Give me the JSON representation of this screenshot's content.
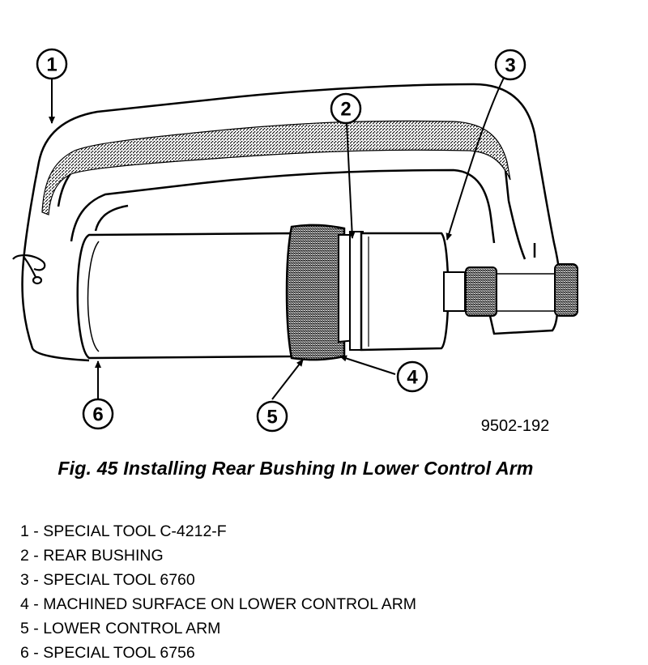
{
  "figure": {
    "code": "9502-192",
    "caption": "Fig. 45 Installing Rear Bushing In Lower Control Arm"
  },
  "callouts": [
    {
      "number": "1",
      "label": "SPECIAL TOOL C-4212-F"
    },
    {
      "number": "2",
      "label": "REAR BUSHING"
    },
    {
      "number": "3",
      "label": "SPECIAL TOOL 6760"
    },
    {
      "number": "4",
      "label": "MACHINED SURFACE ON LOWER CONTROL ARM"
    },
    {
      "number": "5",
      "label": "LOWER CONTROL ARM"
    },
    {
      "number": "6",
      "label": "SPECIAL TOOL 6756"
    }
  ],
  "legend_separator": " - "
}
